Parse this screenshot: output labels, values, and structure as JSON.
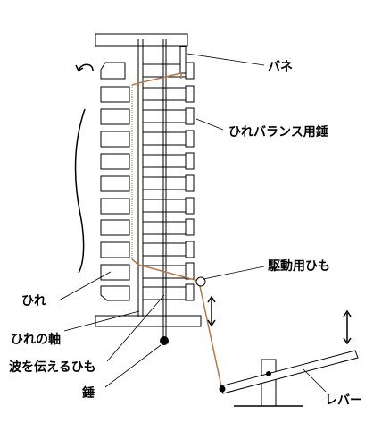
{
  "labels": {
    "spring": "バネ",
    "fin_balance_weight": "ひれバランス用錘",
    "drive_string": "駆動用ひも",
    "fin": "ひれ",
    "fin_axis": "ひれの軸",
    "wave_string": "波を伝えるひも",
    "weight": "錘",
    "lever": "レバー"
  },
  "colors": {
    "line": "#000000",
    "string": "#b07a4a",
    "background": "#ffffff"
  }
}
